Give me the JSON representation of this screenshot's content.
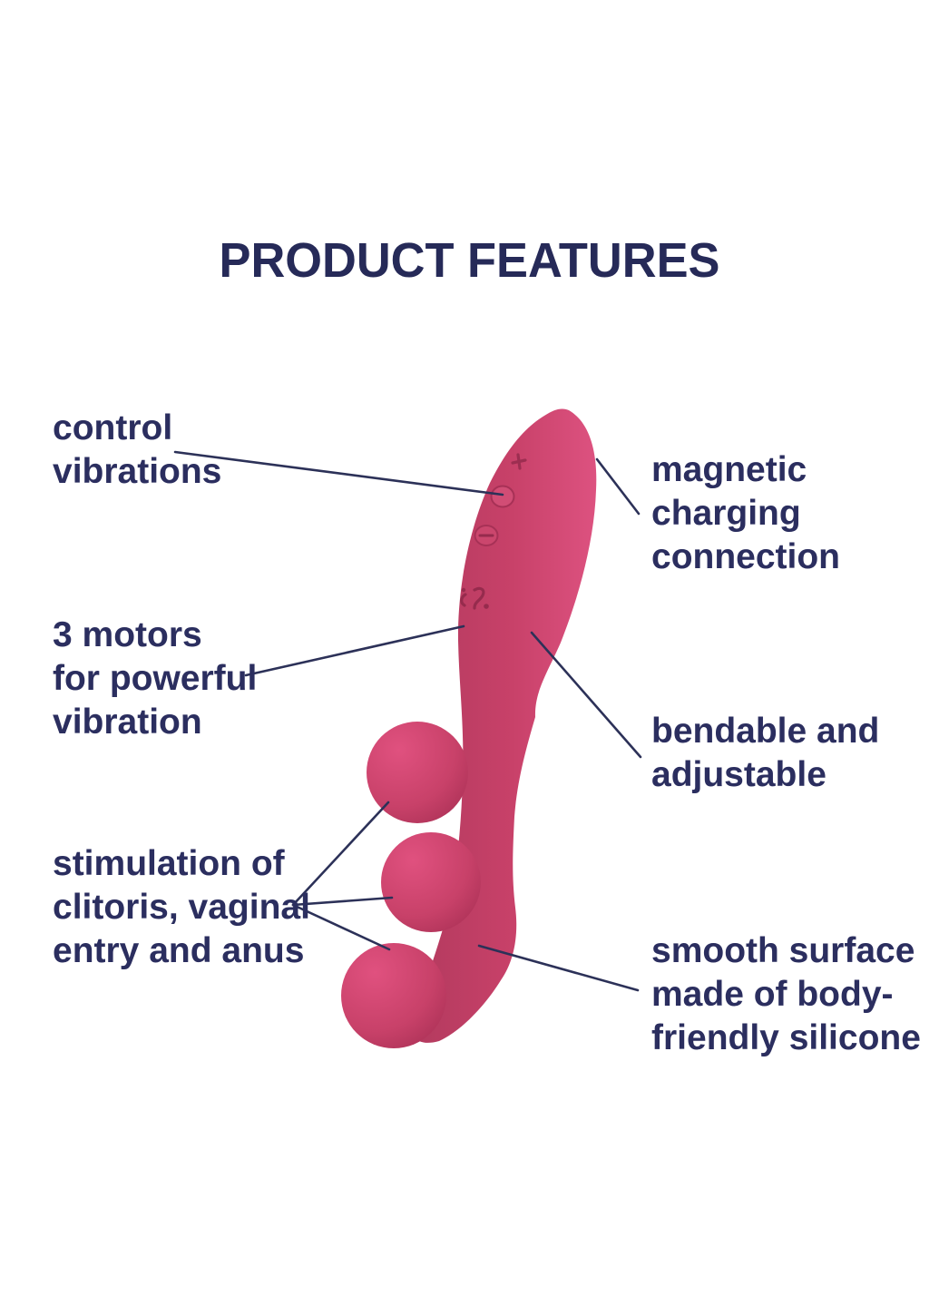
{
  "title": "PRODUCT FEATURES",
  "colors": {
    "navy_text": "#2b2e5f",
    "leader_line": "#2c3158",
    "body_dark": "#b23a5e",
    "body_main": "#c84169",
    "body_light": "#dd5280",
    "ball_light": "#e0517f",
    "ball_dark": "#a93055",
    "detail_dark": "#962b4d"
  },
  "callouts": [
    {
      "id": "control-vibrations",
      "side": "left",
      "lines": [
        "control",
        "vibrations"
      ]
    },
    {
      "id": "magnetic-charging-connection",
      "side": "right",
      "lines": [
        "magnetic",
        "charging",
        "connection"
      ]
    },
    {
      "id": "three-motors",
      "side": "left",
      "lines": [
        "3 motors",
        "for powerful",
        "vibration"
      ]
    },
    {
      "id": "bendable-adjustable",
      "side": "right",
      "lines": [
        "bendable and",
        "adjustable"
      ]
    },
    {
      "id": "triple-stimulation",
      "side": "left",
      "lines": [
        "stimulation of",
        "clitoris, vaginal",
        "entry and anus"
      ]
    },
    {
      "id": "smooth-silicone",
      "side": "right",
      "lines": [
        "smooth surface",
        "made of body-",
        "friendly silicone"
      ]
    }
  ],
  "product": {
    "buttons": [
      "plus-button",
      "control-button",
      "minus-button"
    ],
    "logo": "satisfyer-logo"
  }
}
